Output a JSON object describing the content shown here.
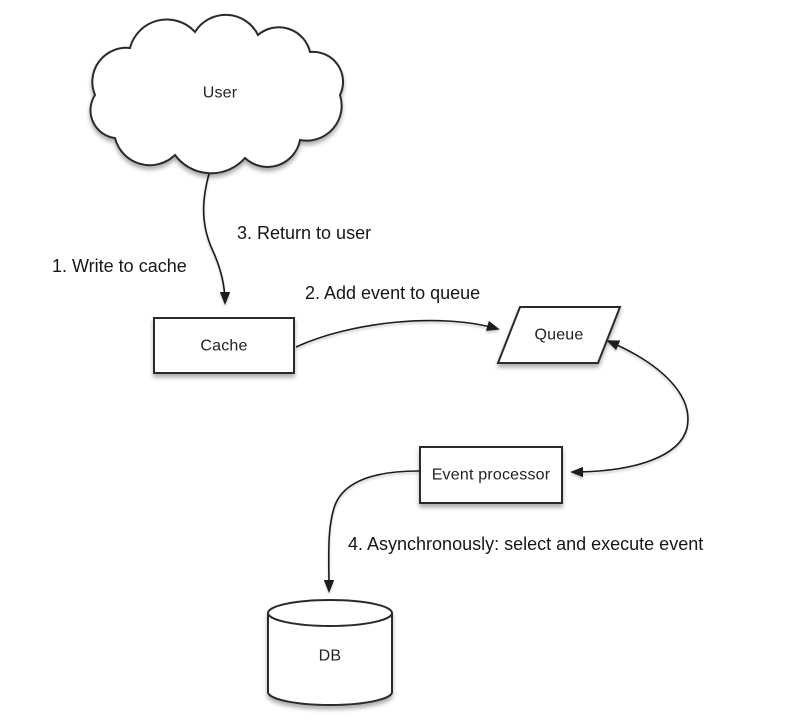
{
  "diagram": {
    "type": "flow-diagram",
    "subject": "write-behind cache pattern",
    "background_color": "#ffffff",
    "shape_fill": "#ffffff",
    "stroke_color": "#2a2a2a",
    "text_color": "#222222",
    "nodes": {
      "user": {
        "label": "User",
        "shape": "cloud"
      },
      "cache": {
        "label": "Cache",
        "shape": "rectangle"
      },
      "queue": {
        "label": "Queue",
        "shape": "parallelogram"
      },
      "event_processor": {
        "label": "Event processor",
        "shape": "rectangle"
      },
      "db": {
        "label": "DB",
        "shape": "cylinder"
      }
    },
    "annotations": {
      "step1": "1. Write to cache",
      "step2": "2. Add event to queue",
      "step3": "3. Return to user",
      "step4": "4. Asynchronously: select and execute event"
    },
    "edges": [
      {
        "from": "User",
        "to": "Cache",
        "style": "arrow",
        "annotations": [
          "1. Write to cache",
          "3. Return to user"
        ]
      },
      {
        "from": "Cache",
        "to": "Queue",
        "style": "arrow",
        "annotations": [
          "2. Add event to queue"
        ]
      },
      {
        "from": "Queue",
        "to": "Event processor",
        "style": "double-arrow",
        "annotations": []
      },
      {
        "from": "Event processor",
        "to": "DB",
        "style": "arrow",
        "annotations": [
          "4. Asynchronously: select and execute event"
        ]
      }
    ]
  }
}
